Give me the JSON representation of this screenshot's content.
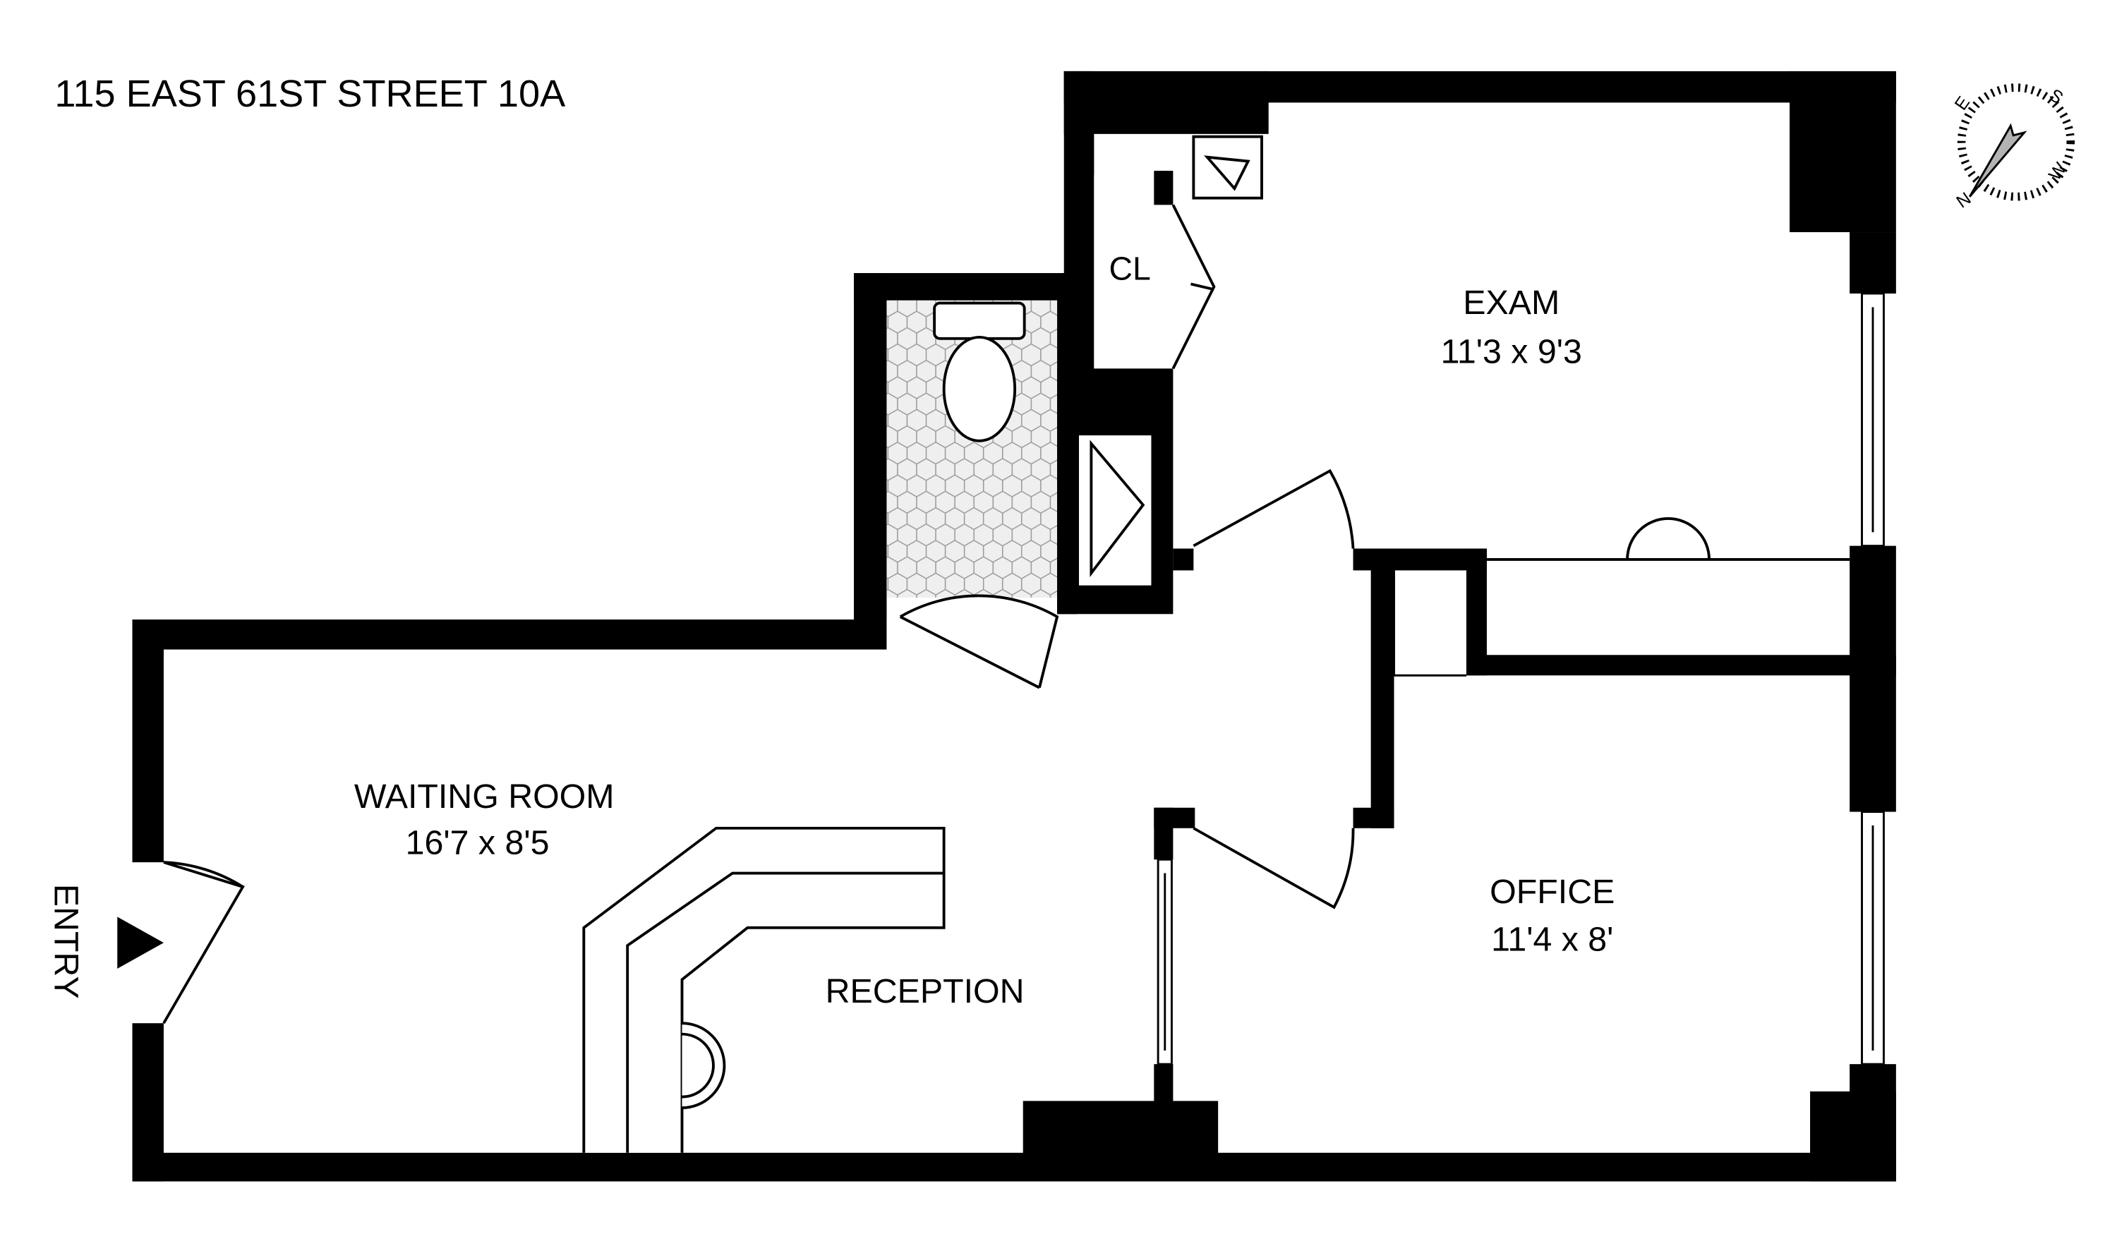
{
  "title": "115 EAST 61ST STREET 10A",
  "rooms": {
    "exam": {
      "name": "EXAM",
      "size": "11'3 x 9'3"
    },
    "closet": {
      "name": "CL"
    },
    "waiting": {
      "name": "WAITING ROOM",
      "size": "16'7 x 8'5"
    },
    "office": {
      "name": "OFFICE",
      "size": "11'4 x 8'"
    },
    "reception": {
      "name": "RECEPTION"
    }
  },
  "entry_label": "ENTRY",
  "compass": {
    "n": "N",
    "e": "E",
    "s": "S",
    "w": "W"
  },
  "colors": {
    "wall": "#000000",
    "tile": "#e6e6e6",
    "needle": "#b3b3b3"
  }
}
